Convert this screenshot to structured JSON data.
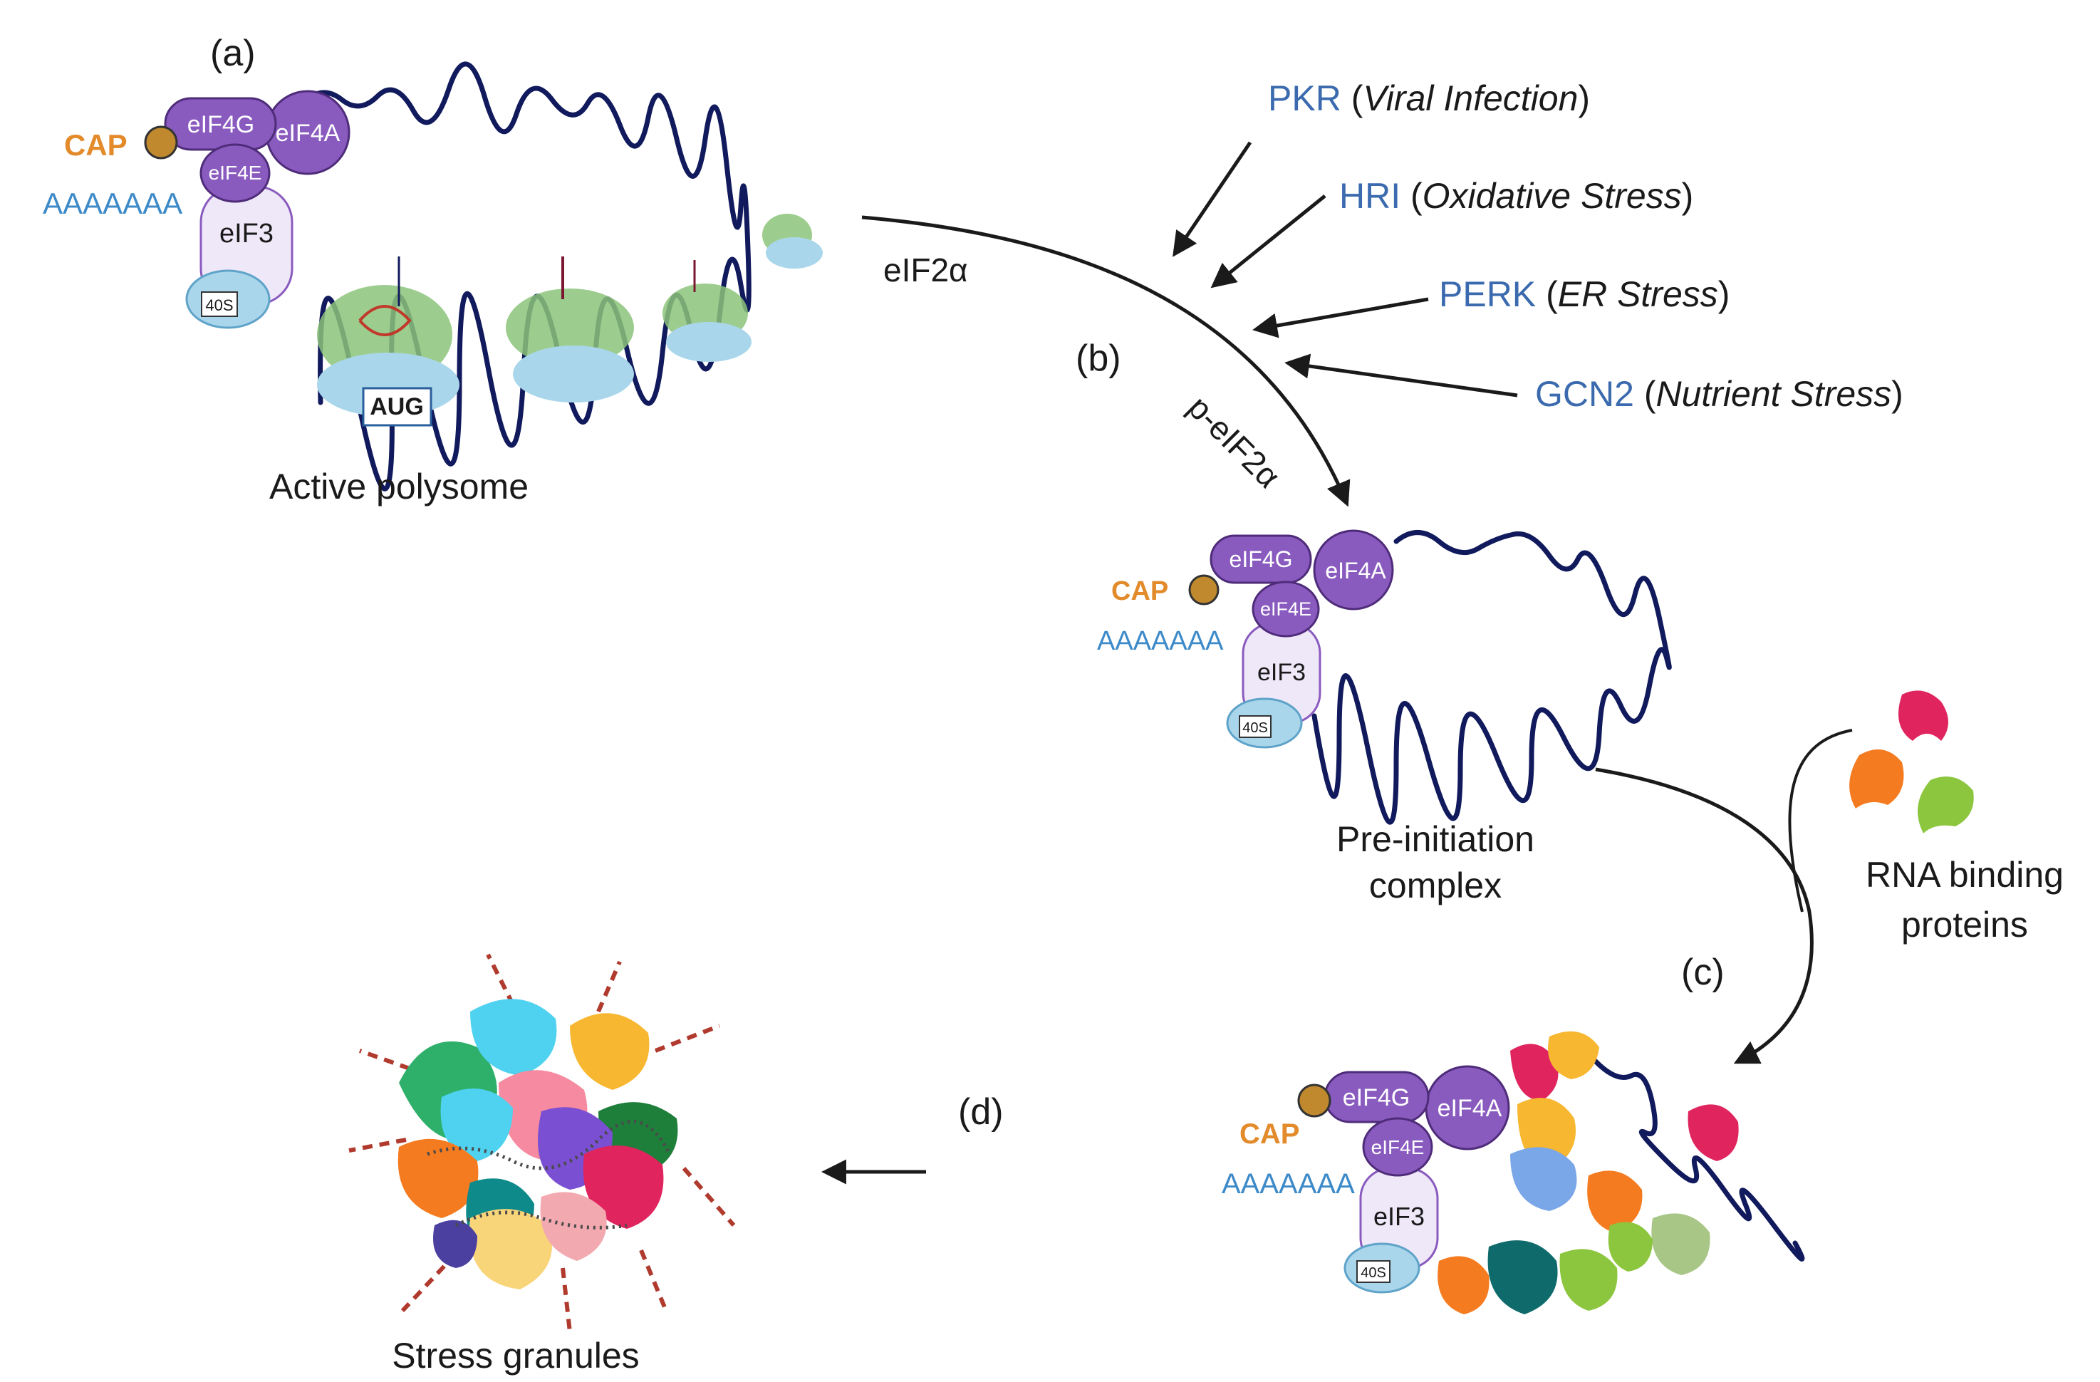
{
  "panels": {
    "a": "(a)",
    "b": "(b)",
    "c": "(c)",
    "d": "(d)"
  },
  "labels": {
    "active_polysome": "Active polysome",
    "pre_initiation_line1": "Pre-initiation",
    "pre_initiation_line2": "complex",
    "rbp_line1": "RNA binding",
    "rbp_line2": "proteins",
    "stress_granules": "Stress granules",
    "eif2a": "eIF2α",
    "p_eif2a": "p-eIF2α",
    "aug": "AUG"
  },
  "complex": {
    "cap": "CAP",
    "polyA": "AAAAAAA",
    "eif4g": "eIF4G",
    "eif4a": "eIF4A",
    "eif4e": "eIF4E",
    "eif3": "eIF3",
    "s40": "40S"
  },
  "kinases": [
    {
      "name": "PKR",
      "open": " (",
      "condition": "Viral Infection",
      "close": ")"
    },
    {
      "name": "HRI",
      "open": " (",
      "condition": "Oxidative Stress",
      "close": ")"
    },
    {
      "name": "PERK",
      "open": " (",
      "condition": "ER Stress",
      "close": ")"
    },
    {
      "name": "GCN2",
      "open": " (",
      "condition": "Nutrient Stress",
      "close": ")"
    }
  ],
  "colors": {
    "kinase_text": "#3b6aae",
    "cap": "#e38a2b",
    "polyA": "#3d8ac9",
    "eif4_purple": "#8a5bbf",
    "eif3_fill": "#efe8f8",
    "ribosome_40s": "#a9d6ea",
    "ribosome_60s": "#8cc47a",
    "mrna": "#101a5c"
  }
}
